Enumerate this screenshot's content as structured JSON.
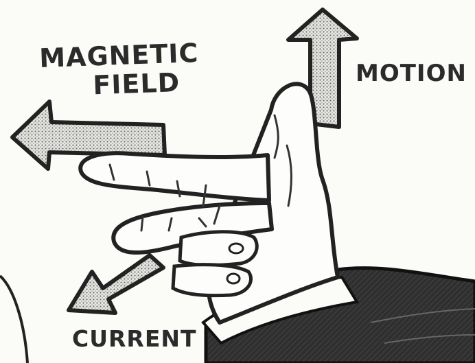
{
  "labels": {
    "magnetic_line1": "MAGNETIC",
    "magnetic_line2": "FIELD",
    "motion": "MOTION",
    "current": "CURRENT"
  },
  "colors": {
    "ink": "#2b2b2b",
    "paper": "#fbfbf8",
    "screentone": "#8a8a8a",
    "sleeve": "#2f2f2f"
  }
}
